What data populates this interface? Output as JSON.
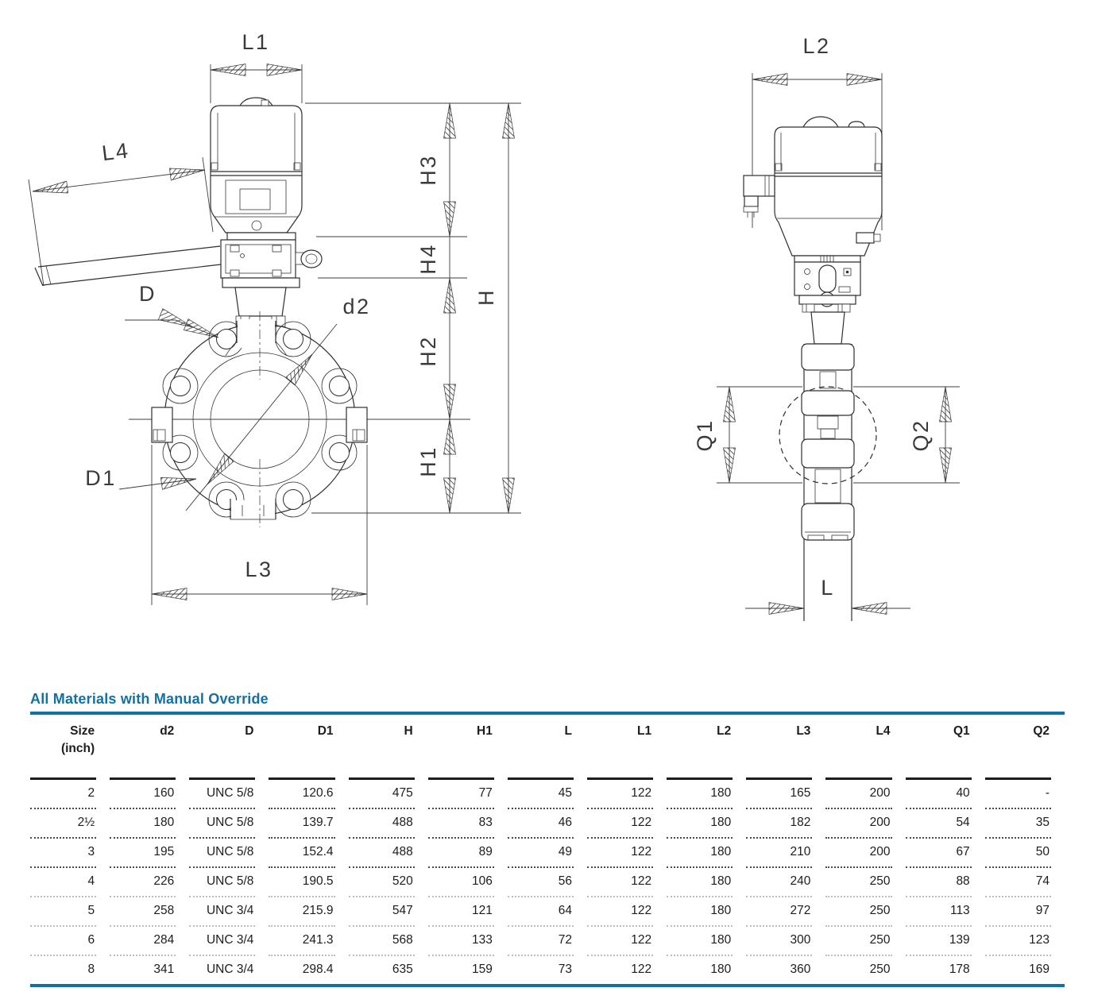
{
  "drawing": {
    "description": "Two-view dimensional drawing of butterfly valve with electric actuator and manual override",
    "labels": {
      "l1": "L1",
      "l2": "L2",
      "l3": "L3",
      "l4": "L4",
      "h": "H",
      "h1": "H1",
      "h2": "H2",
      "h3": "H3",
      "h4": "H4",
      "d": "D",
      "d1": "D1",
      "d2": "d2",
      "q1": "Q1",
      "q2": "Q2",
      "l": "L"
    }
  },
  "table": {
    "title": "All Materials with Manual Override",
    "columns": [
      {
        "l1": "Size",
        "l2": "(inch)"
      },
      {
        "l1": "d2"
      },
      {
        "l1": "D"
      },
      {
        "l1": "D1"
      },
      {
        "l1": "H"
      },
      {
        "l1": "H1"
      },
      {
        "l1": "L"
      },
      {
        "l1": "L1"
      },
      {
        "l1": "L2"
      },
      {
        "l1": "L3"
      },
      {
        "l1": "L4"
      },
      {
        "l1": "Q1"
      },
      {
        "l1": "Q2"
      }
    ],
    "rows": [
      [
        "2",
        "160",
        "UNC 5/8",
        "120.6",
        "475",
        "77",
        "45",
        "122",
        "180",
        "165",
        "200",
        "40",
        "-"
      ],
      [
        "2½",
        "180",
        "UNC 5/8",
        "139.7",
        "488",
        "83",
        "46",
        "122",
        "180",
        "182",
        "200",
        "54",
        "35"
      ],
      [
        "3",
        "195",
        "UNC 5/8",
        "152.4",
        "488",
        "89",
        "49",
        "122",
        "180",
        "210",
        "200",
        "67",
        "50"
      ],
      [
        "4",
        "226",
        "UNC 5/8",
        "190.5",
        "520",
        "106",
        "56",
        "122",
        "180",
        "240",
        "250",
        "88",
        "74"
      ],
      [
        "5",
        "258",
        "UNC 3/4",
        "215.9",
        "547",
        "121",
        "64",
        "122",
        "180",
        "272",
        "250",
        "113",
        "97"
      ],
      [
        "6",
        "284",
        "UNC 3/4",
        "241.3",
        "568",
        "133",
        "72",
        "122",
        "180",
        "300",
        "250",
        "139",
        "123"
      ],
      [
        "8",
        "341",
        "UNC 3/4",
        "298.4",
        "635",
        "159",
        "73",
        "122",
        "180",
        "360",
        "250",
        "178",
        "169"
      ]
    ]
  },
  "colors": {
    "accent": "#1371a2",
    "line": "#2e2e2e",
    "text": "#1d1d1d"
  }
}
